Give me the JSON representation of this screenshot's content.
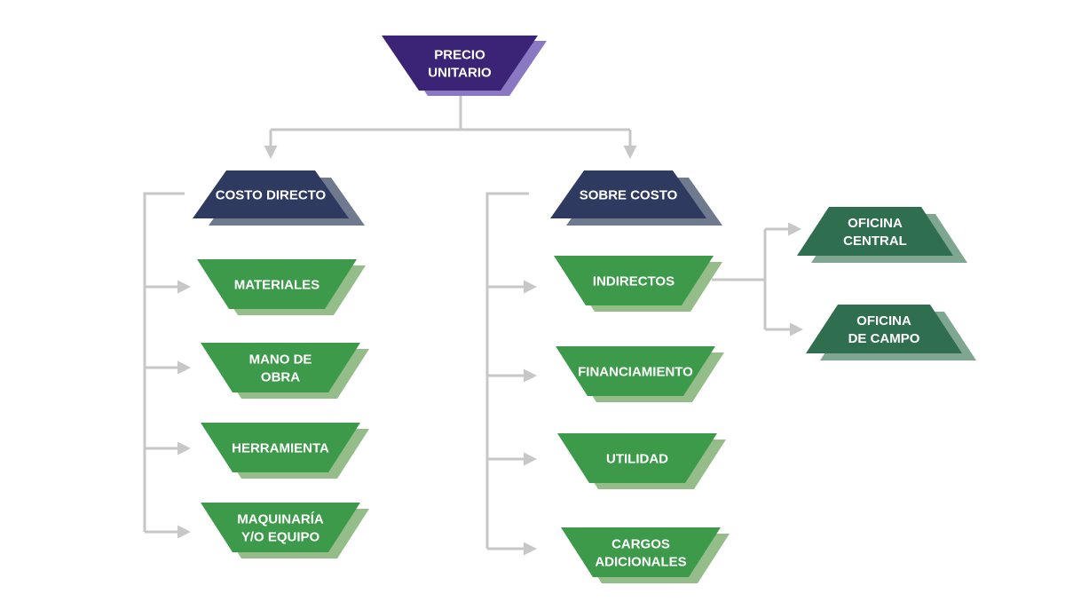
{
  "colors": {
    "root_front": "#3b2475",
    "root_shadow": "#8a78c2",
    "level1_front": "#2e3a5f",
    "level1_shadow": "#6f7a8f",
    "leaf_front": "#3d9a4a",
    "leaf_shadow": "#94bd8a",
    "sub_front": "#2f6e4f",
    "sub_shadow": "#7fa690",
    "connector": "#c7c7c7",
    "text": "#ffffff"
  },
  "nodes": {
    "precio_unitario": {
      "lines": [
        "PRECIO",
        "UNITARIO"
      ]
    },
    "costo_directo": {
      "lines": [
        "COSTO DIRECTO"
      ]
    },
    "sobre_costo": {
      "lines": [
        "SOBRE COSTO"
      ]
    },
    "materiales": {
      "lines": [
        "MATERIALES"
      ]
    },
    "mano_de_obra": {
      "lines": [
        "MANO DE",
        "OBRA"
      ]
    },
    "herramienta": {
      "lines": [
        "HERRAMIENTA"
      ]
    },
    "maquinaria": {
      "lines": [
        "MAQUINARÍA",
        "Y/O EQUIPO"
      ]
    },
    "indirectos": {
      "lines": [
        "INDIRECTOS"
      ]
    },
    "financiamiento": {
      "lines": [
        "FINANCIAMIENTO"
      ]
    },
    "utilidad": {
      "lines": [
        "UTILIDAD"
      ]
    },
    "cargos_adicionales": {
      "lines": [
        "CARGOS",
        "ADICIONALES"
      ]
    },
    "oficina_central": {
      "lines": [
        "OFICINA",
        "CENTRAL"
      ]
    },
    "oficina_campo": {
      "lines": [
        "OFICINA",
        "DE CAMPO"
      ]
    }
  }
}
